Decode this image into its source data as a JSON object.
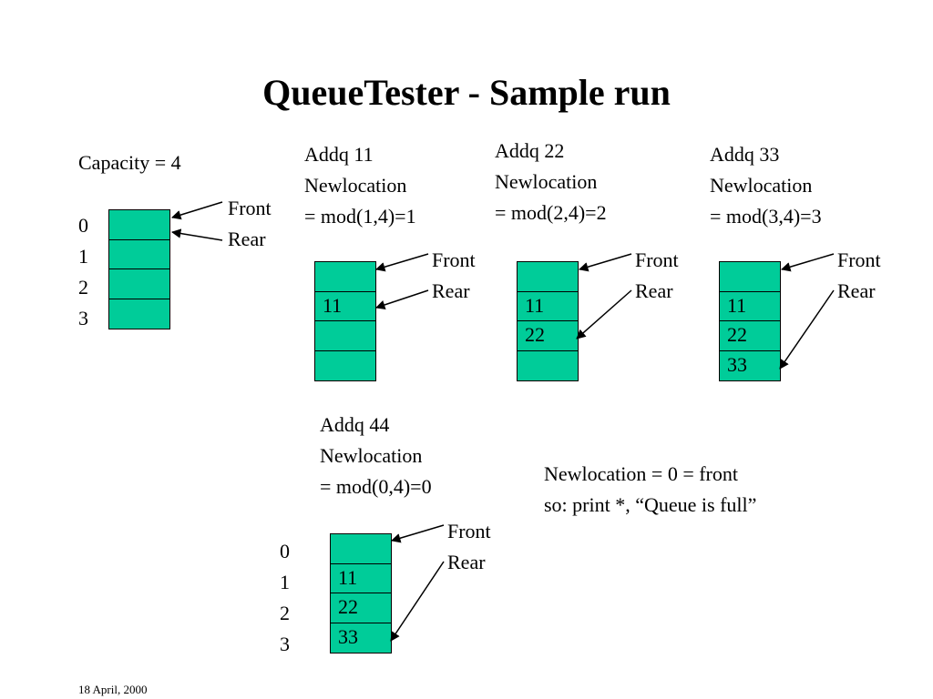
{
  "title": "QueueTester - Sample run",
  "capacity_label": "Capacity = 4",
  "index_labels": [
    "0",
    "1",
    "2",
    "3"
  ],
  "front_label": "Front",
  "rear_label": "Rear",
  "steps": [
    {
      "op": "Addq 11",
      "line2": "Newlocation",
      "line3": "= mod(1,4)=1",
      "cells": [
        "",
        "11",
        "",
        ""
      ]
    },
    {
      "op": "Addq 22",
      "line2": "Newlocation",
      "line3": "= mod(2,4)=2",
      "cells": [
        "",
        "11",
        "22",
        ""
      ]
    },
    {
      "op": "Addq 33",
      "line2": "Newlocation",
      "line3": "= mod(3,4)=3",
      "cells": [
        "",
        "11",
        "22",
        "33"
      ]
    },
    {
      "op": "Addq 44",
      "line2": "Newlocation",
      "line3": "= mod(0,4)=0",
      "cells": [
        "",
        "11",
        "22",
        "33"
      ]
    }
  ],
  "initial_cells": [
    "",
    "",
    "",
    ""
  ],
  "note": {
    "line1": "Newlocation = 0 = front",
    "line2": "so:  print *, “Queue is full”"
  },
  "footer_date": "18 April, 2000",
  "colors": {
    "cell_fill": "#00cc99",
    "stroke": "#000000"
  }
}
